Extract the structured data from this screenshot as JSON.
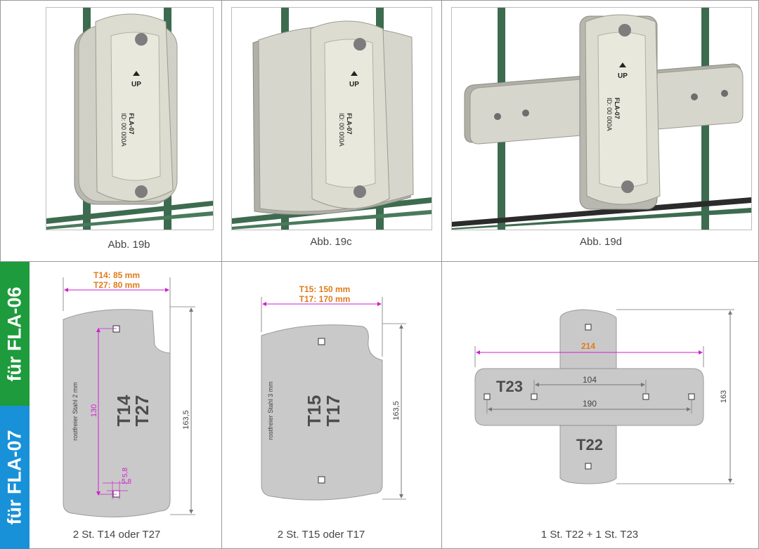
{
  "sidebar": {
    "fla06": {
      "label": "für FLA-06",
      "color": "#1e9b3c"
    },
    "fla07": {
      "label": "für FLA-07",
      "color": "#1891d8"
    }
  },
  "photos": {
    "p19b": {
      "caption": "Abb. 19b"
    },
    "p19c": {
      "caption": "Abb. 19c"
    },
    "p19d": {
      "caption": "Abb. 19d"
    }
  },
  "device": {
    "up": "UP",
    "model": "FLA-07",
    "id": "ID: 00 000A"
  },
  "plates": {
    "t14": {
      "dim_a": "T14: 85 mm",
      "dim_b": "T27: 80 mm",
      "height": "163,5",
      "inner": "130",
      "hole_v": "5,8",
      "hole_h": "5,8",
      "material": "rostfreier Stahl 2 mm",
      "name_a": "T14",
      "name_b": "T27",
      "caption": "2 St. T14 oder T27"
    },
    "t15": {
      "dim_a": "T15: 150 mm",
      "dim_b": "T17: 170 mm",
      "height": "163,5",
      "material": "rostfreier Stahl 3 mm",
      "name_a": "T15",
      "name_b": "T17",
      "caption": "2 St. T15 oder T17"
    },
    "t22": {
      "width": "214",
      "inner": "104",
      "outer": "190",
      "height": "163",
      "name_h": "T23",
      "name_v": "T22",
      "caption": "1 St. T22 + 1 St. T23"
    }
  },
  "colors": {
    "dim_orange": "#e07b1a",
    "dim_magenta": "#d11fd1",
    "plate": "#c9c9c9",
    "wire": "#3d6b4f"
  }
}
